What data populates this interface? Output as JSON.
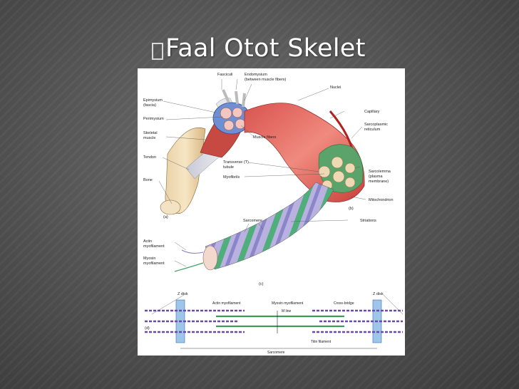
{
  "slide": {
    "title": "Faal Otot Skelet"
  },
  "figure": {
    "labels": {
      "fasciculi": "Fasciculi",
      "endomysium_l1": "Endomysium",
      "endomysium_l2": "(between muscle fibers)",
      "nuclei": "Nuclei",
      "epimysium_l1": "Epimysium",
      "epimysium_l2": "(fascia)",
      "perimysium": "Perimysium",
      "skeletal_l1": "Skeletal",
      "skeletal_l2": "muscle",
      "muscle_fibers": "Muscle fibers",
      "capillary": "Capillary",
      "sarcoplasmic_l1": "Sarcoplasmic",
      "sarcoplasmic_l2": "reticulum",
      "tendon": "Tendon",
      "transverse_l1": "Transverse (T)",
      "transverse_l2": "tubule",
      "sarcolemma_l1": "Sarcolemma",
      "sarcolemma_l2": "(plasma",
      "sarcolemma_l3": "membrane)",
      "bone": "Bone",
      "myofibrils": "Myofibrils",
      "mitochondrion": "Mitochondrion",
      "panel_b": "(b)",
      "panel_a": "(a)",
      "sarcomere_top": "Sarcomere",
      "striations": "Striations",
      "actin_l1": "Actin",
      "actin_l2": "myofilament",
      "myosin_l1": "Myosin",
      "myosin_l2": "myofilament",
      "panel_c": "(c)",
      "z_disk_left": "Z disk",
      "z_disk_right": "Z disk",
      "actin_myofilament": "Actin myofilament",
      "myosin_myofilament": "Myosin myofilament",
      "cross_bridge": "Cross-bridge",
      "m_line": "M line",
      "panel_d": "(d)",
      "titin_filament": "Titin filament",
      "sarcomere_bottom": "Sarcomere"
    }
  }
}
